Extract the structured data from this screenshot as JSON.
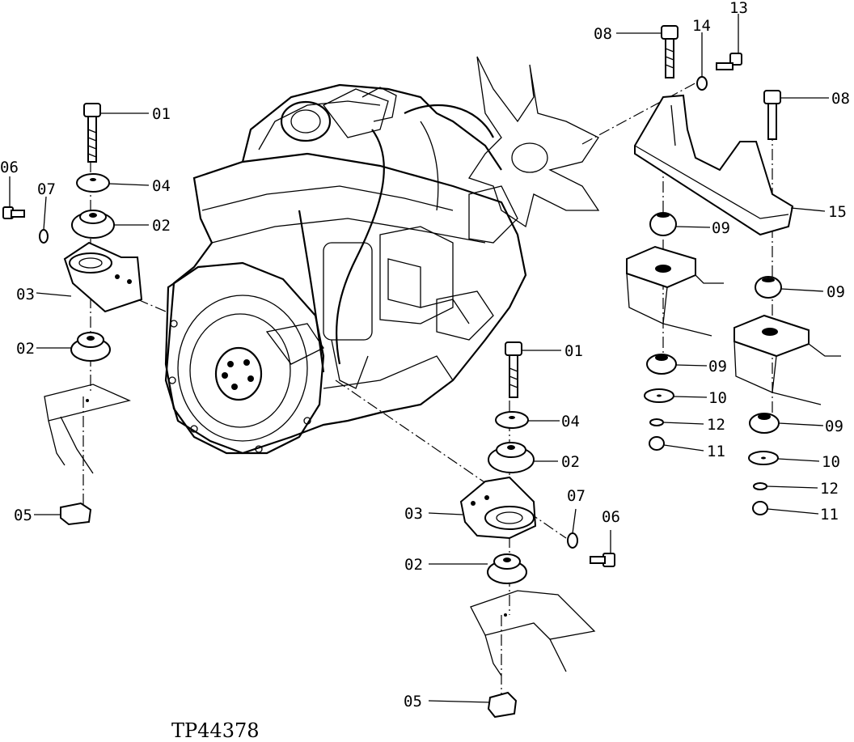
{
  "caption": "TP44378",
  "labels": {
    "l01a": "01",
    "l04a": "04",
    "l02a": "02",
    "l03a": "03",
    "l02b": "02",
    "l05a": "05",
    "l06a": "06",
    "l07a": "07",
    "l08a": "08",
    "l14": "14",
    "l13": "13",
    "l08b": "08",
    "l15": "15",
    "l09a": "09",
    "l09b": "09",
    "l09c": "09",
    "l09d": "09",
    "l10a": "10",
    "l10b": "10",
    "l12a": "12",
    "l12b": "12",
    "l11a": "11",
    "l11b": "11",
    "l01b": "01",
    "l04b": "04",
    "l02c": "02",
    "l03b": "03",
    "l02d": "02",
    "l07b": "07",
    "l06b": "06",
    "l05b": "05"
  }
}
